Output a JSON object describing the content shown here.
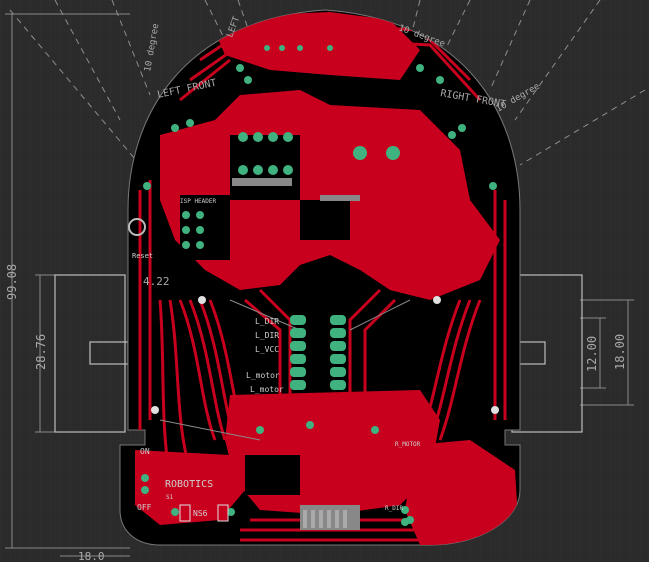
{
  "dimensions": {
    "height_total": "99.08",
    "motor_height": "28.76",
    "right_inner": "12.00",
    "right_outer": "18.00",
    "bottom_partial": "18.0",
    "small_offset": "4.22"
  },
  "sensor_labels": {
    "left_front": "LEFT FRONT",
    "right_front": "RIGHT FRONT",
    "left": "LEFT",
    "left_angle": "10 degree",
    "right_angle_top": "10 degree",
    "right_angle": "10 degree"
  },
  "silkscreen": {
    "isp_header": "ISP HEADER",
    "reset": "Reset",
    "l_dir": "L_DIR",
    "l_dir2": "L_DIR",
    "l_vcc": "L_VCC",
    "l_motor": "L_motor",
    "l_motor2": "L_motor",
    "on": "ON",
    "off": "OFF",
    "brand": "ROBOTICS",
    "ns6": "NS6",
    "s1": "S1",
    "r_label": "R_MOTOR",
    "r_dir": "R_DIR"
  },
  "colors": {
    "background": "#2b2b2b",
    "board": "#000000",
    "copper": "#c8001e",
    "pad": "#3fb27f",
    "dimension": "#8a8a8a"
  }
}
